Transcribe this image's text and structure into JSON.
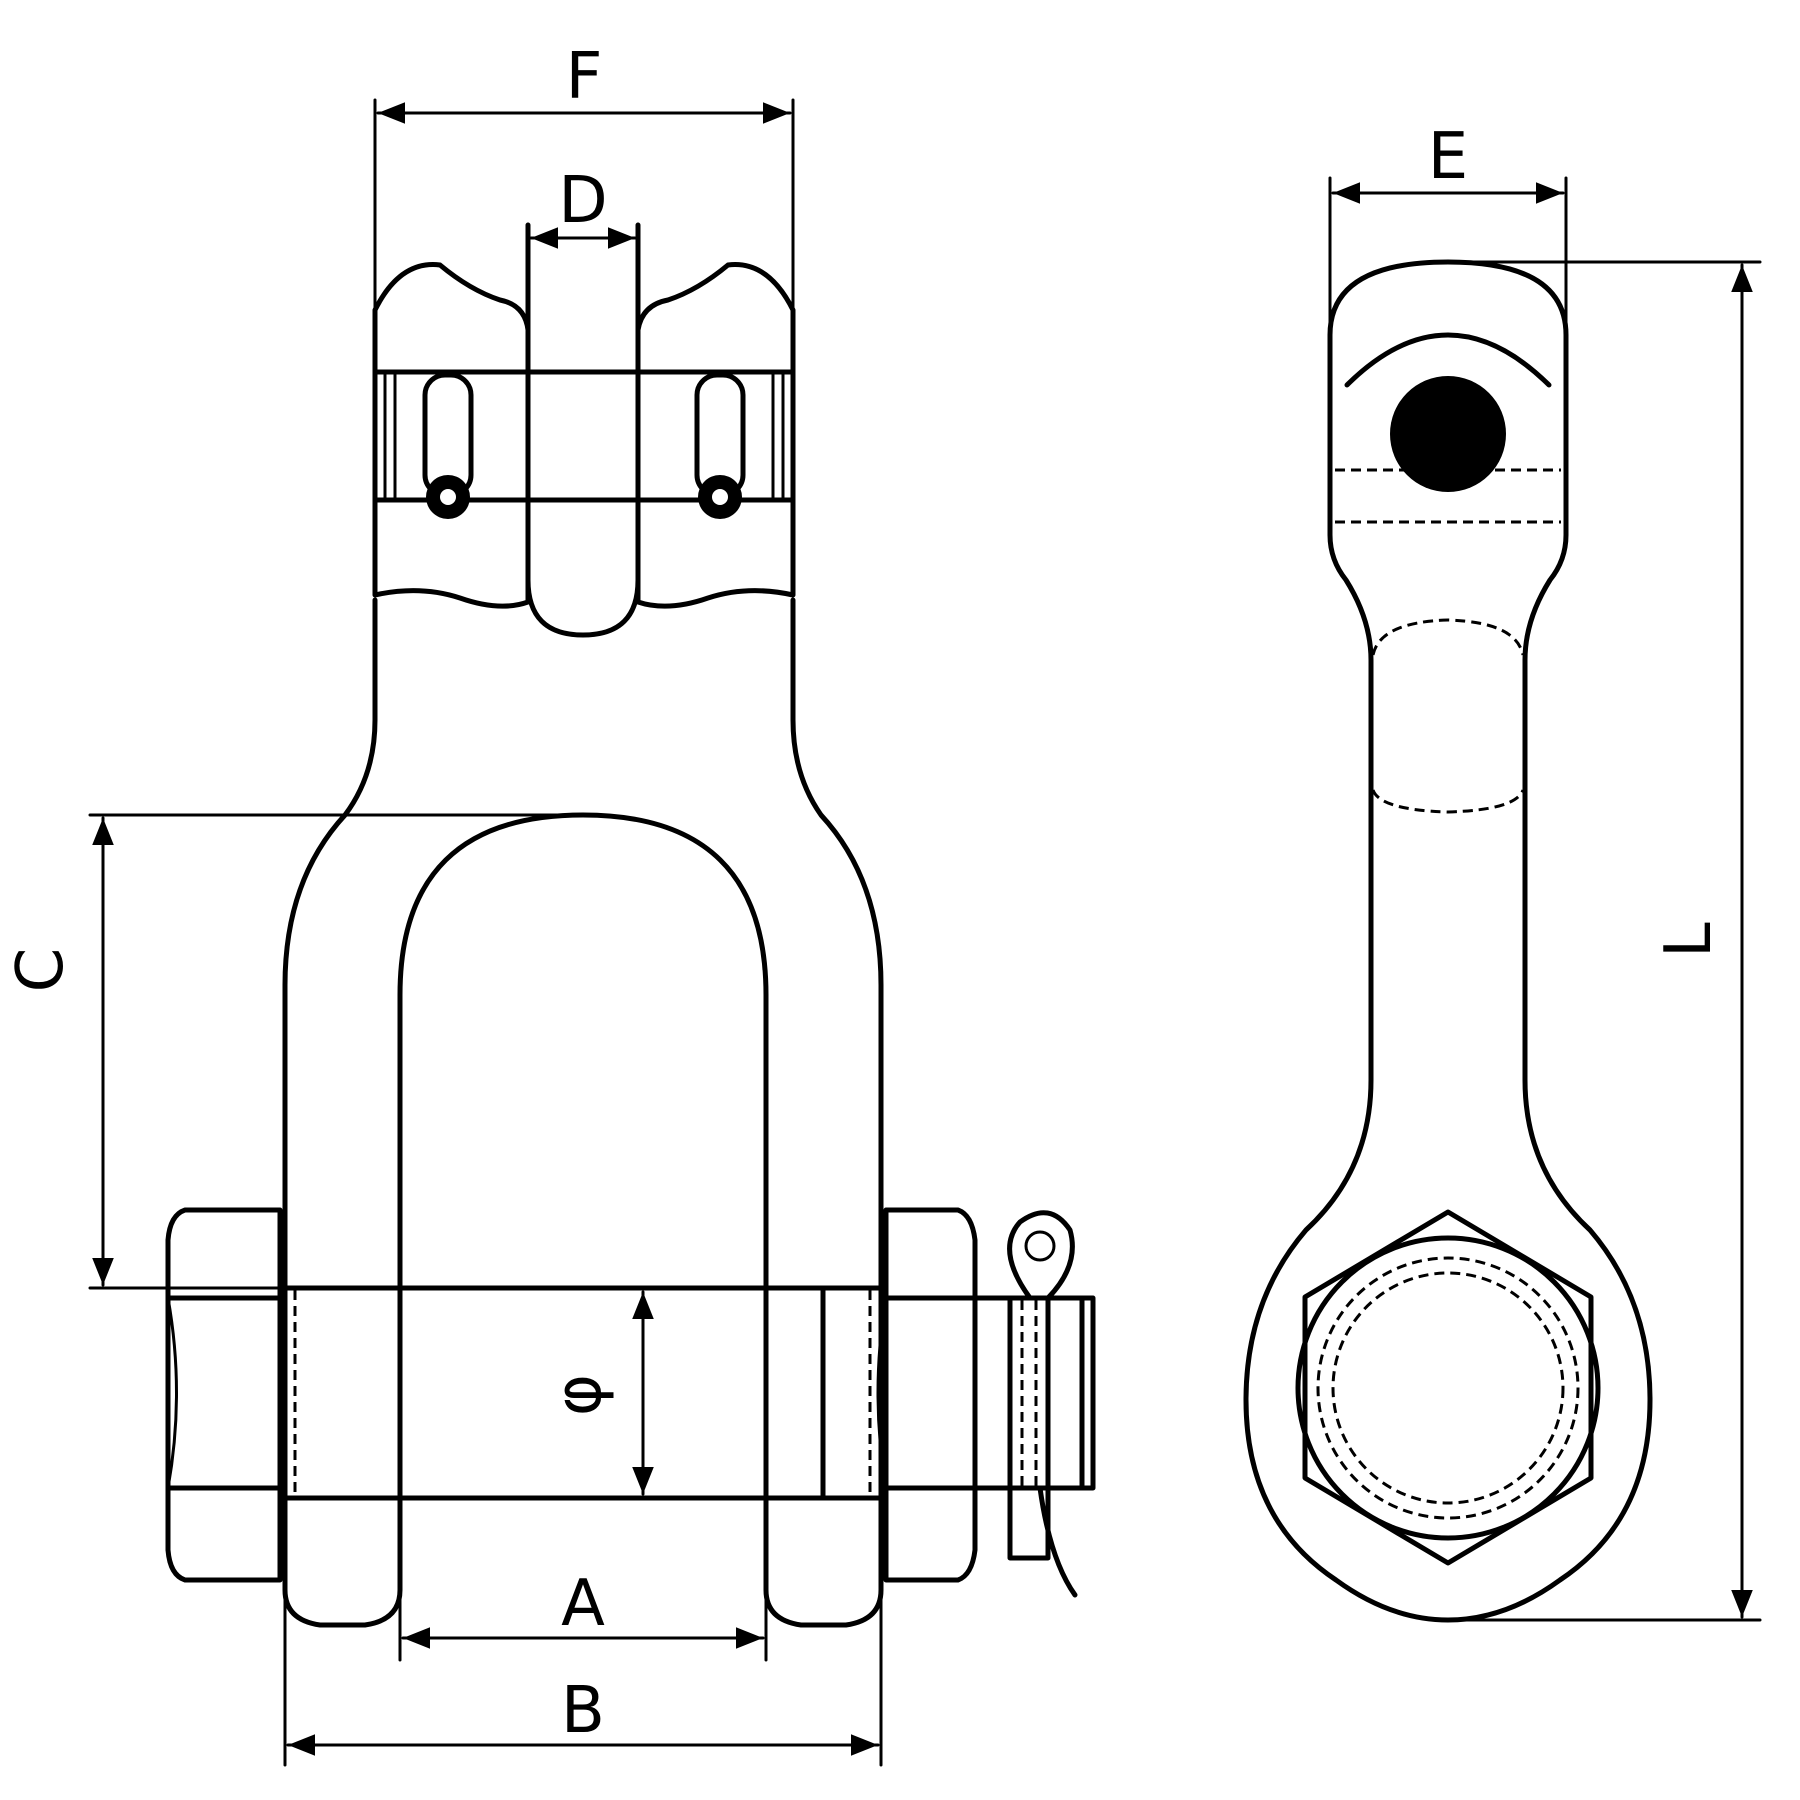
{
  "dimensions": {
    "A": "A",
    "B": "B",
    "C": "C",
    "D": "D",
    "E": "E",
    "F": "F",
    "L": "L",
    "phi": "φ"
  }
}
